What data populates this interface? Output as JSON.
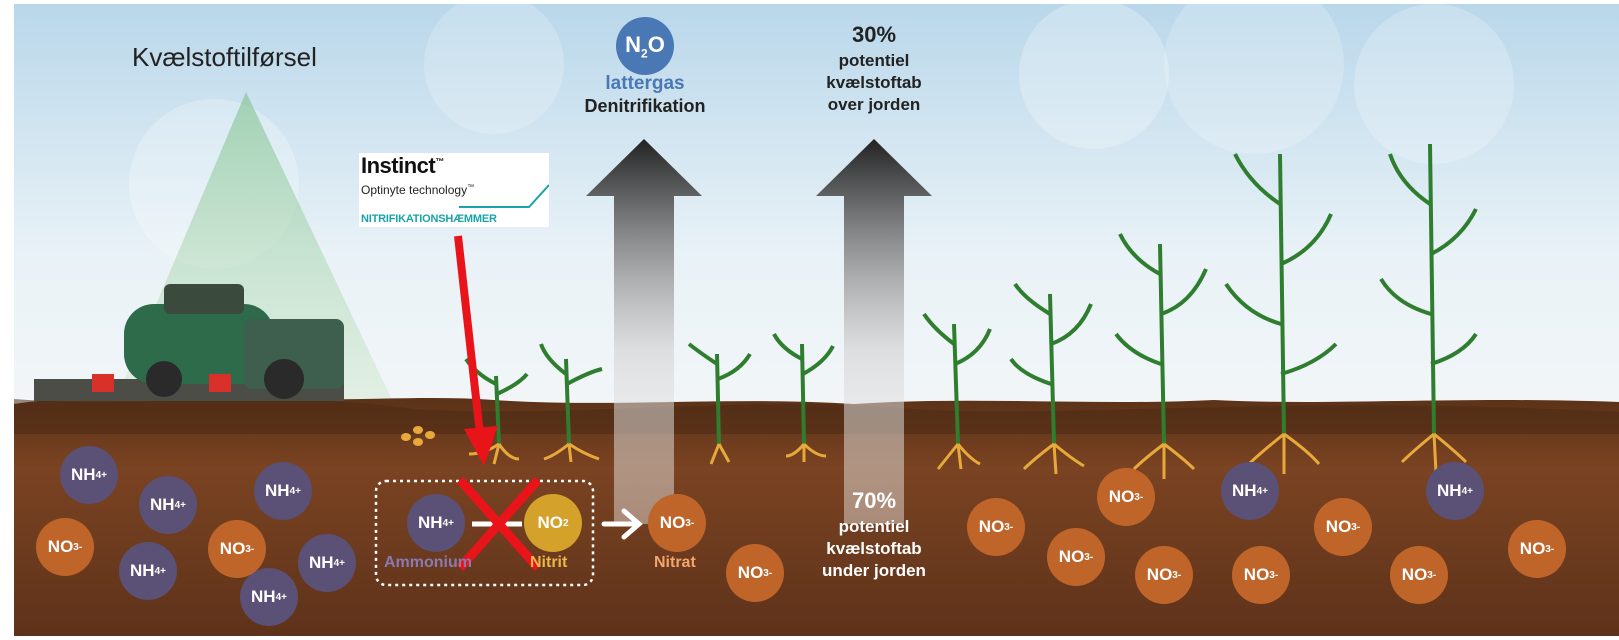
{
  "title": "Kvælstoftilførsel",
  "n2o": {
    "formula_main": "N",
    "formula_sub": "2",
    "formula_end": "O",
    "name": "lattergas",
    "process": "Denitrifikation"
  },
  "above": {
    "percent": "30%",
    "line1": "potentiel",
    "line2": "kvælstoftab",
    "line3": "over jorden"
  },
  "below": {
    "percent": "70%",
    "line1": "potentiel",
    "line2": "kvælstoftab",
    "line3": "under jorden"
  },
  "logo": {
    "brand": "Instinct",
    "tm": "™",
    "tech": "Optinyte technology",
    "tech_tm": "™",
    "subtitle": "NITRIFIKATIONSHÆMMER"
  },
  "process": {
    "ammonium_label": "Ammonium",
    "nitrite_label": "Nitrit",
    "nitrate_label": "Nitrat"
  },
  "ions": {
    "nh4": {
      "base": "NH",
      "sub": "4",
      "sup": "+"
    },
    "no3": {
      "base": "NO",
      "sub": "3",
      "sup": "-"
    },
    "no2": {
      "base": "NO",
      "sub": "2"
    }
  },
  "colors": {
    "nh4": "#5b5075",
    "no3": "#c0652a",
    "no2": "#d4a12a",
    "n2o": "#4a78b5",
    "soil": "#6b3a1f",
    "sky": "#cfe3ef",
    "red": "#e8141a",
    "arrow": "#2a2a2a",
    "teal": "#1aa3a8"
  }
}
